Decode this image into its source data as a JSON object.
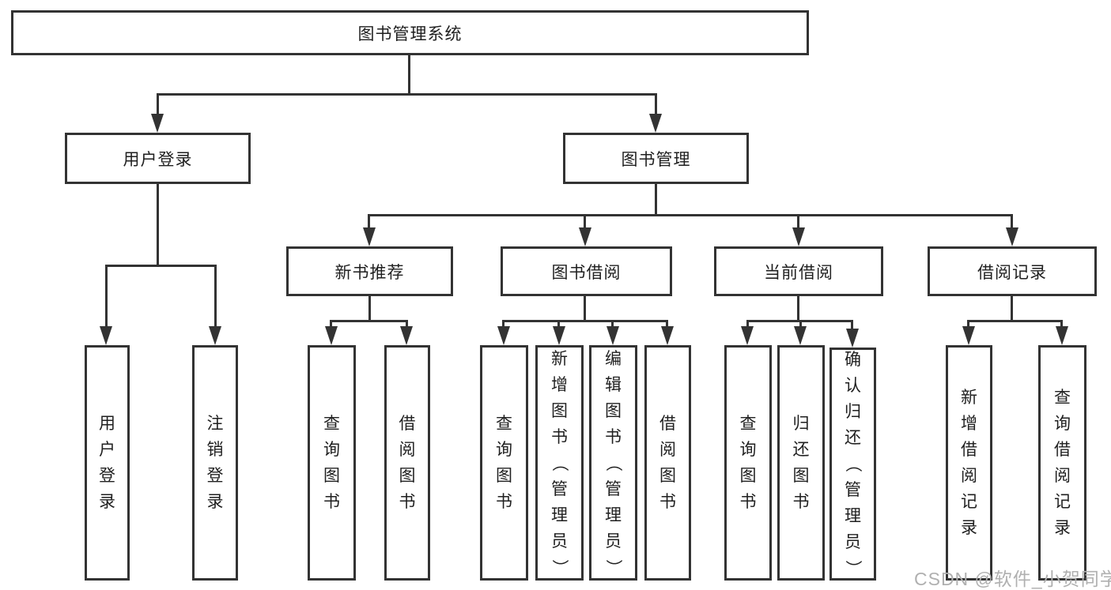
{
  "diagram": {
    "title": "图书管理系统",
    "type": "function-structure-tree",
    "colors": {
      "line": "#333333",
      "text": "#1f1f1f",
      "background": "#ffffff",
      "watermark": "#b0b0b0"
    },
    "nodes": {
      "root": {
        "label": "图书管理系统"
      },
      "user_login": {
        "label": "用户登录"
      },
      "book_management": {
        "label": "图书管理"
      },
      "new_book_recommend": {
        "label": "新书推荐"
      },
      "book_borrowing": {
        "label": "图书借阅"
      },
      "current_borrowing": {
        "label": "当前借阅"
      },
      "borrowing_records": {
        "label": "借阅记录"
      },
      "login": {
        "label": "用户登录"
      },
      "logout": {
        "label": "注销登录"
      },
      "nr_query": {
        "label": "查询图书"
      },
      "nr_borrow": {
        "label": "借阅图书"
      },
      "bb_query": {
        "label": "查询图书"
      },
      "bb_add": {
        "label": "新增图书（管理员）"
      },
      "bb_edit": {
        "label": "编辑图书（管理员）"
      },
      "bb_borrow": {
        "label": "借阅图书"
      },
      "cb_query": {
        "label": "查询图书"
      },
      "cb_return": {
        "label": "归还图书"
      },
      "cb_confirm": {
        "label": "确认归还（管理员）"
      },
      "br_add": {
        "label": "新增借阅记录"
      },
      "br_query": {
        "label": "查询借阅记录"
      }
    },
    "hierarchy": {
      "图书管理系统": {
        "用户登录": [
          "用户登录",
          "注销登录"
        ],
        "图书管理": {
          "新书推荐": [
            "查询图书",
            "借阅图书"
          ],
          "图书借阅": [
            "查询图书",
            "新增图书（管理员）",
            "编辑图书（管理员）",
            "借阅图书"
          ],
          "当前借阅": [
            "查询图书",
            "归还图书",
            "确认归还（管理员）"
          ],
          "借阅记录": [
            "新增借阅记录",
            "查询借阅记录"
          ]
        }
      }
    },
    "watermark": {
      "text": "CSDN @软件_小贺同学"
    }
  }
}
